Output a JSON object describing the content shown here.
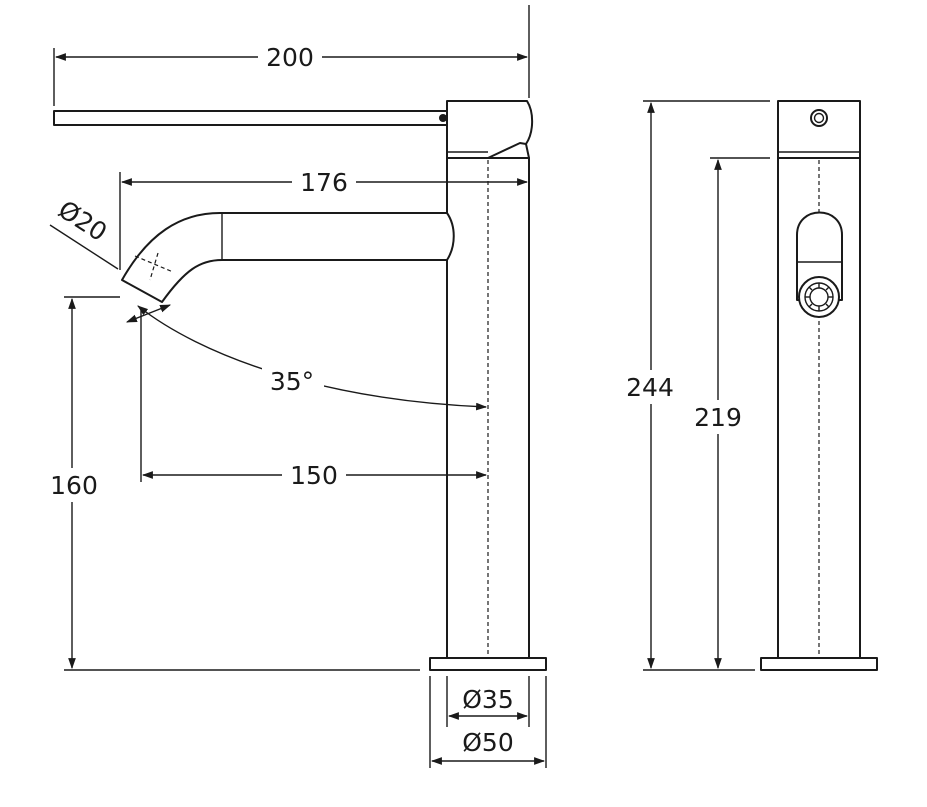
{
  "dimensions": {
    "d200": "200",
    "d176": "176",
    "d20": "Ø20",
    "d35deg": "35°",
    "d150": "150",
    "d160": "160",
    "d35": "Ø35",
    "d50": "Ø50",
    "d244": "244",
    "d219": "219"
  },
  "colors": {
    "line": "#1a1a1a",
    "background": "#ffffff"
  }
}
